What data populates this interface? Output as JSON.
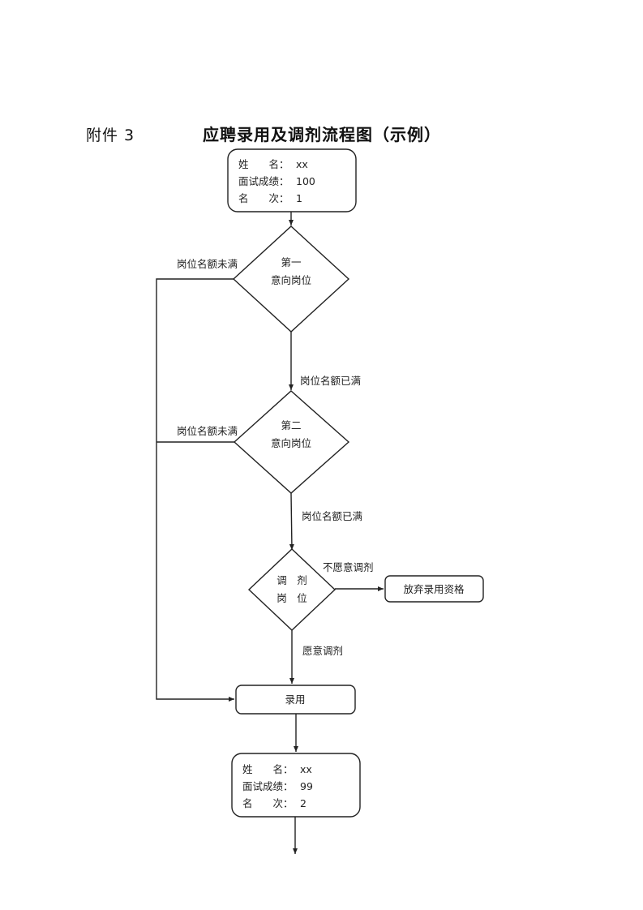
{
  "header": {
    "attachment_label": "附件 3",
    "title": "应聘录用及调剂流程图（示例）"
  },
  "candidate1": {
    "name_label": "姓　　名：",
    "name_value": "xx",
    "score_label": "面试成绩：",
    "score_value": "100",
    "rank_label": "名　　次：",
    "rank_value": "1"
  },
  "decision1": {
    "line1": "第一",
    "line2": "意向岗位"
  },
  "decision2": {
    "line1": "第二",
    "line2": "意向岗位"
  },
  "decision3": {
    "line1": "调　剂",
    "line2": "岗　位"
  },
  "edges": {
    "d1_not_full": "岗位名额未满",
    "d1_full": "岗位名额已满",
    "d2_not_full": "岗位名额未满",
    "d2_full": "岗位名额已满",
    "d3_refuse": "不愿意调剂",
    "d3_accept": "愿意调剂"
  },
  "nodes": {
    "abandon": "放弃录用资格",
    "hire": "录用"
  },
  "candidate2": {
    "name_label": "姓　　名：",
    "name_value": "xx",
    "score_label": "面试成绩：",
    "score_value": "99",
    "rank_label": "名　　次：",
    "rank_value": "2"
  }
}
